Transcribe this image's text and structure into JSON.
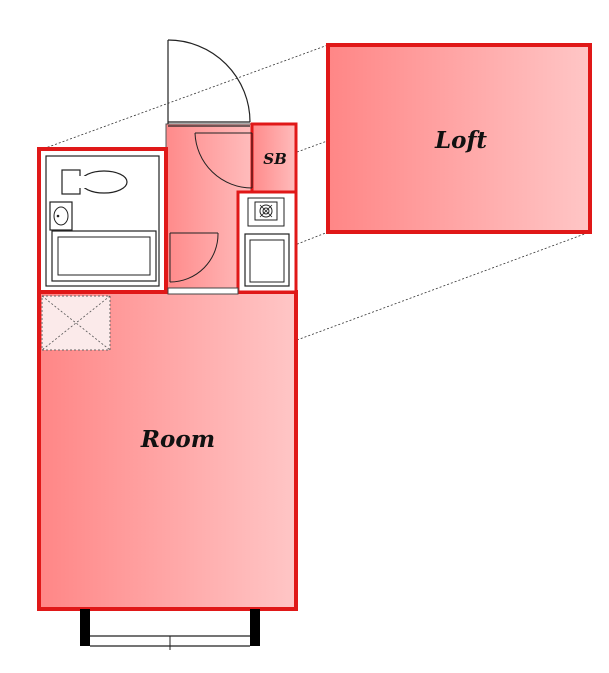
{
  "floorplan": {
    "rooms": {
      "room": "Room",
      "loft": "Loft",
      "storage": "SB"
    },
    "colors": {
      "wall_red": "#e01818",
      "fill_dark": "#ff8c8c",
      "fill_light": "#ffc4c4",
      "fixture_line": "#222222"
    },
    "icons": {
      "toilet": "toilet-icon",
      "sink": "sink-icon",
      "bathtub": "bathtub-icon",
      "stove": "stove-icon",
      "kitchen_sink": "kitchen-sink-icon",
      "loft_ladder": "loft-ladder-icon"
    }
  }
}
